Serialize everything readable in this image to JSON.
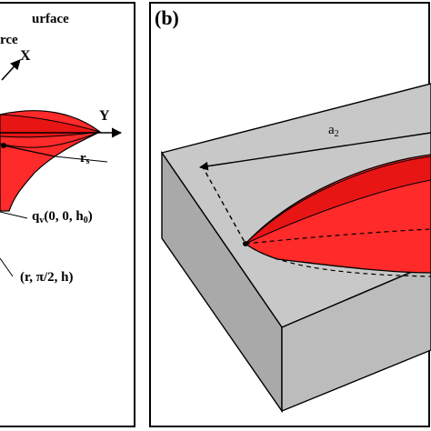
{
  "panel_a": {
    "surface_word": "urface",
    "source_word": "rce",
    "axis_x": "X",
    "axis_y": "Y",
    "rs_main": "r",
    "rs_sub": "s",
    "qv_main": "q",
    "qv_sub": "v",
    "qv_args": "(0, 0, h",
    "qv_args_sub": "0",
    "qv_close": ")",
    "point_label": "(r, π/2, h)"
  },
  "panel_b": {
    "label": "(b)",
    "a2_main": "a",
    "a2_sub": "2"
  },
  "colors": {
    "heat_source_fill": "#ff2020",
    "heat_source_dark": "#e01010",
    "block_top": "#c8c8c8",
    "block_front": "#bcbcbc",
    "block_side": "#a9a9a9",
    "outline": "#000000"
  }
}
